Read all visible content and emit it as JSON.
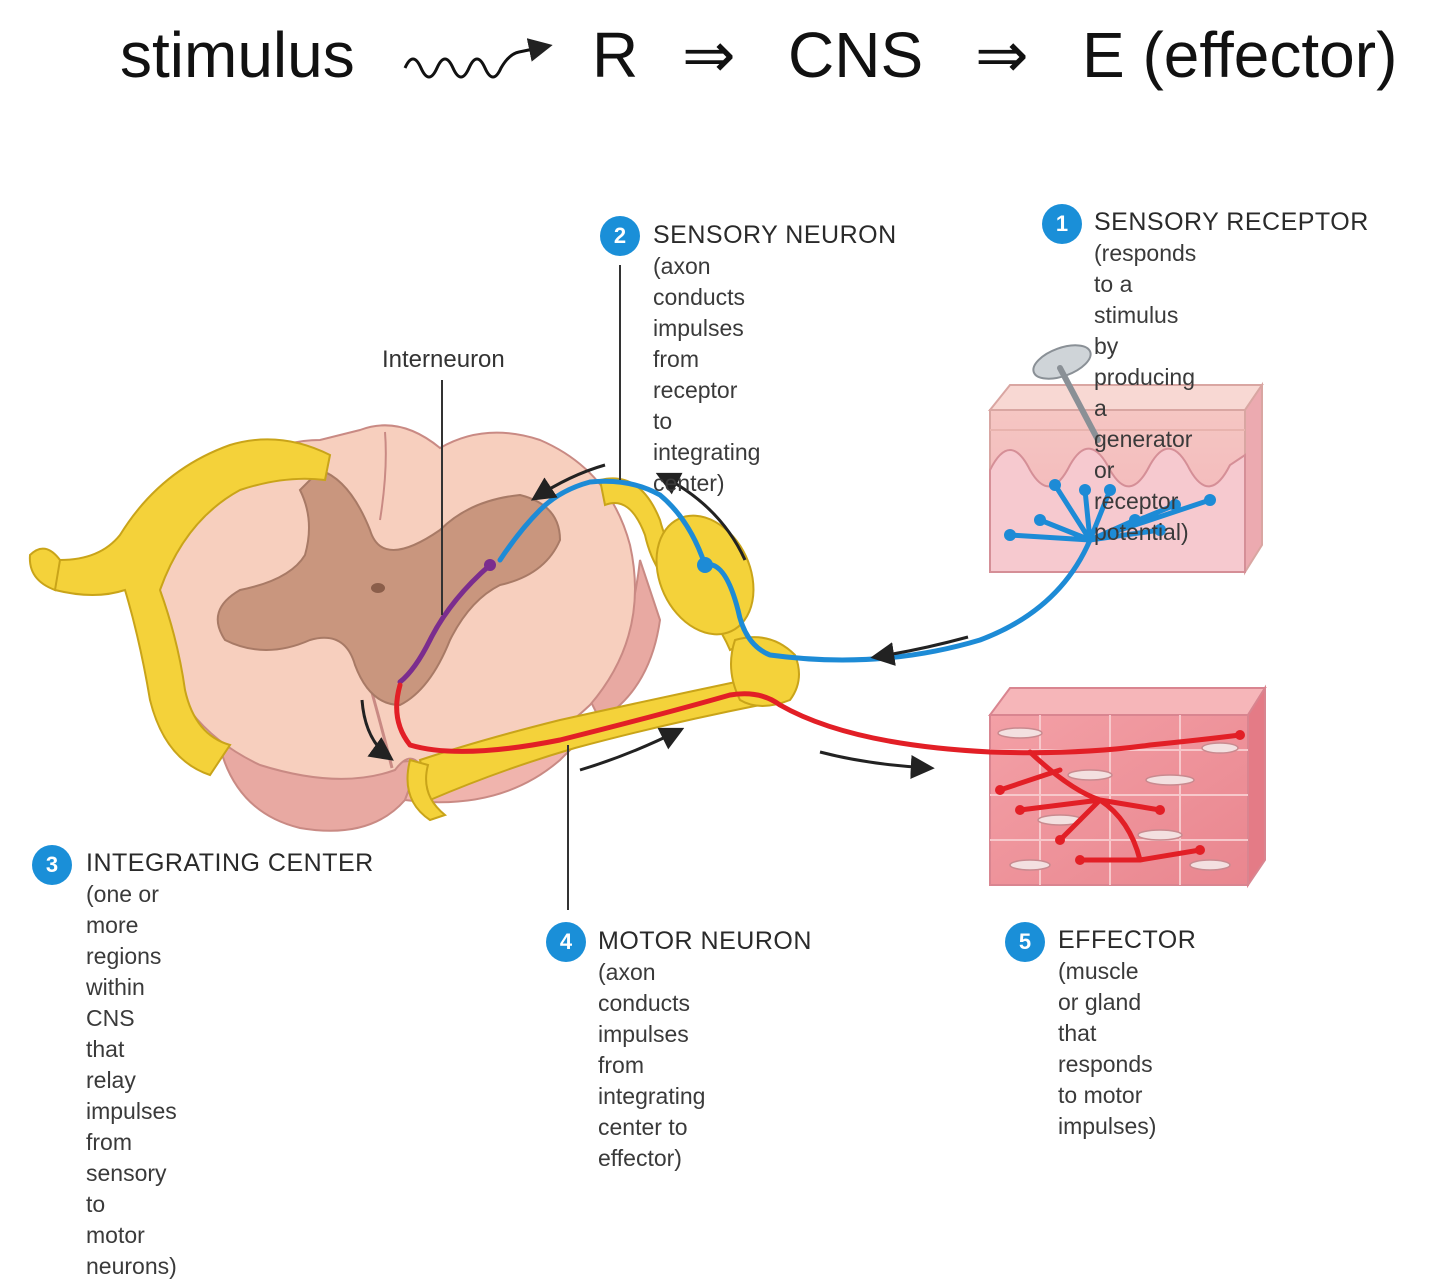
{
  "formula": {
    "stimulus": "stimulus",
    "receptor": "R",
    "arrow1": "⇒",
    "cns": "CNS",
    "arrow2": "⇒",
    "effector": "E (effector)"
  },
  "labels": {
    "interneuron": "Interneuron"
  },
  "callouts": [
    {
      "number": "1",
      "title": "SENSORY RECEPTOR",
      "lines": [
        "(responds to a stimulus",
        "by producing a generator",
        "or receptor potential)"
      ]
    },
    {
      "number": "2",
      "title": "SENSORY NEURON",
      "lines": [
        "(axon conducts impulses from",
        "receptor to integrating center)"
      ]
    },
    {
      "number": "3",
      "title": "INTEGRATING CENTER",
      "lines": [
        "(one or more regions within CNS",
        "that relay impulses from sensory to",
        "motor neurons)"
      ]
    },
    {
      "number": "4",
      "title": "MOTOR NEURON",
      "lines": [
        "(axon conducts impulses from",
        "integrating center to effector)"
      ]
    },
    {
      "number": "5",
      "title": "EFFECTOR",
      "lines": [
        "(muscle or gland that",
        "responds to motor",
        "impulses)"
      ]
    }
  ],
  "colors": {
    "sensory": "#1d8bd6",
    "motor": "#e21f26",
    "interneuron": "#7b2d8e",
    "nerve": "#f4d23a",
    "badge": "#1a8fd8"
  }
}
